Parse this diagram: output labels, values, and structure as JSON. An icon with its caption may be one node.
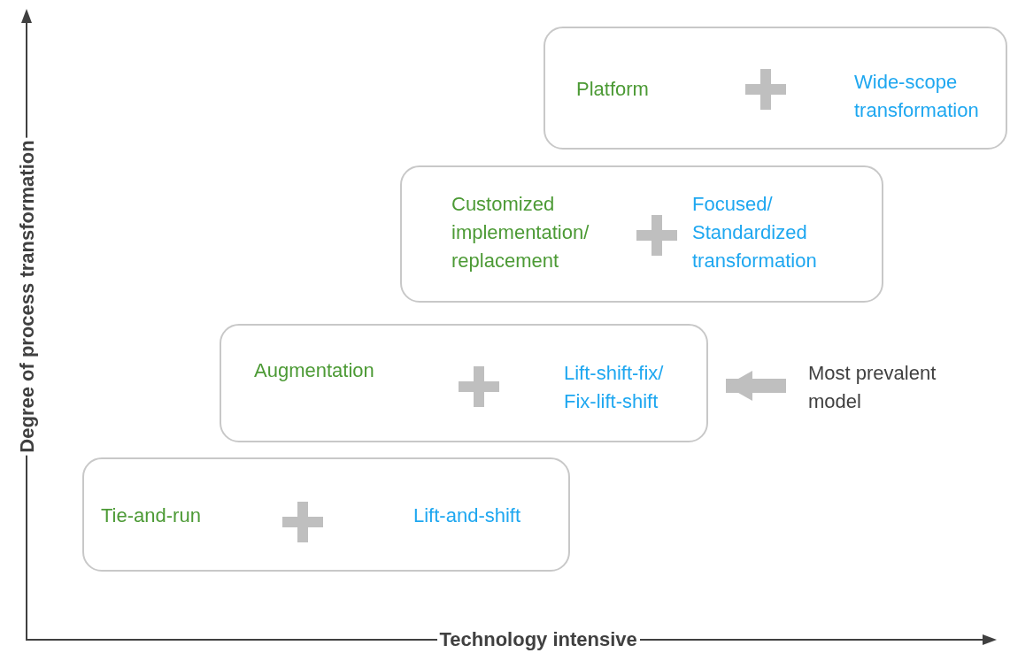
{
  "diagram": {
    "nodes": [
      {
        "text": [
          "Platform",
          "Wide-scope transformation"
        ]
      },
      {
        "text": [
          "Customized implementation/ replacement",
          "Focused/ Standardized transformation"
        ]
      },
      {
        "text": [
          "Augmentation",
          "Lift-shift-fix/ Fix-lift-shift"
        ]
      },
      {
        "text": [
          "Most prevalent model"
        ]
      },
      {
        "text": [
          "Tie-and-run",
          "Lift-and-shift"
        ]
      }
    ],
    "edges": [
      {
        "from": 3,
        "to": 2,
        "arrow": "to"
      }
    ],
    "labels": [
      "Degree of process transformation",
      "Technology intensive"
    ]
  }
}
